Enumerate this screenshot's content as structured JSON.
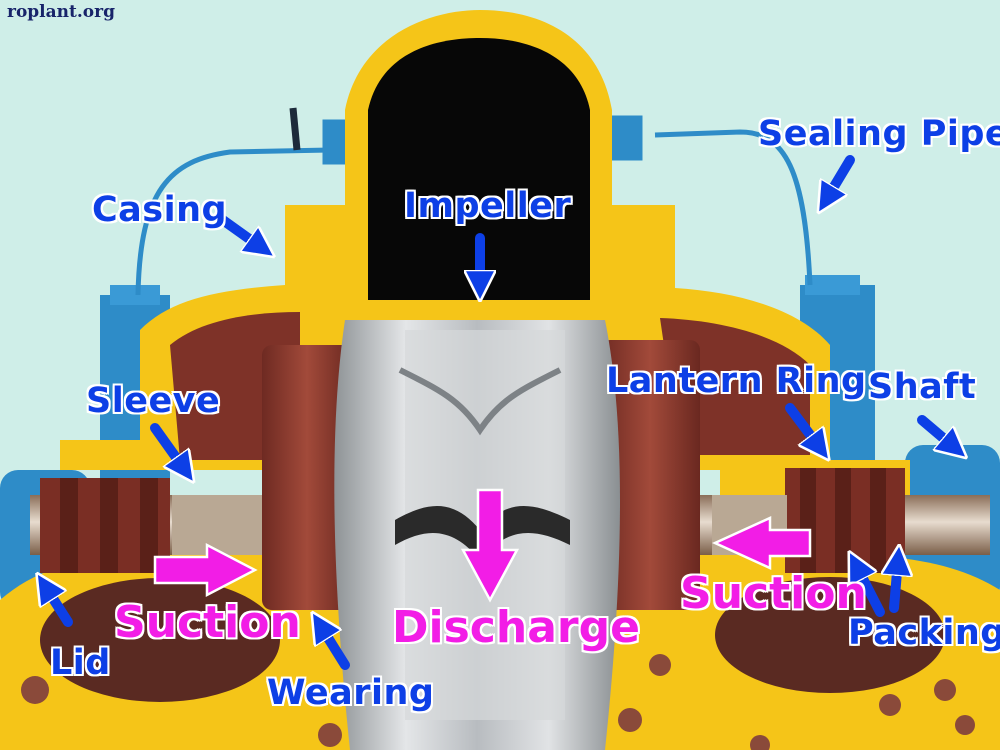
{
  "site": "roplant.org",
  "labels": {
    "casing": "Casing",
    "impeller": "Impeller",
    "sealing_pipe": "Sealing Pipe",
    "sleeve": "Sleeve",
    "lantern_ring": "Lantern Ring",
    "shaft": "Shaft",
    "suction_left": "Suction",
    "suction_right": "Suction",
    "discharge": "Discharge",
    "lid": "Lid",
    "wearing": "Wearing",
    "packing": "Packing"
  },
  "colors": {
    "background": "#cfeee8",
    "casing_yellow": "#f5c518",
    "frame_blue": "#2e8cc8",
    "rust_red": "#8c3a2e",
    "impeller_silver": "#c9cccf",
    "label_blue": "#0d3fe6",
    "flow_magenta": "#f21de6"
  }
}
